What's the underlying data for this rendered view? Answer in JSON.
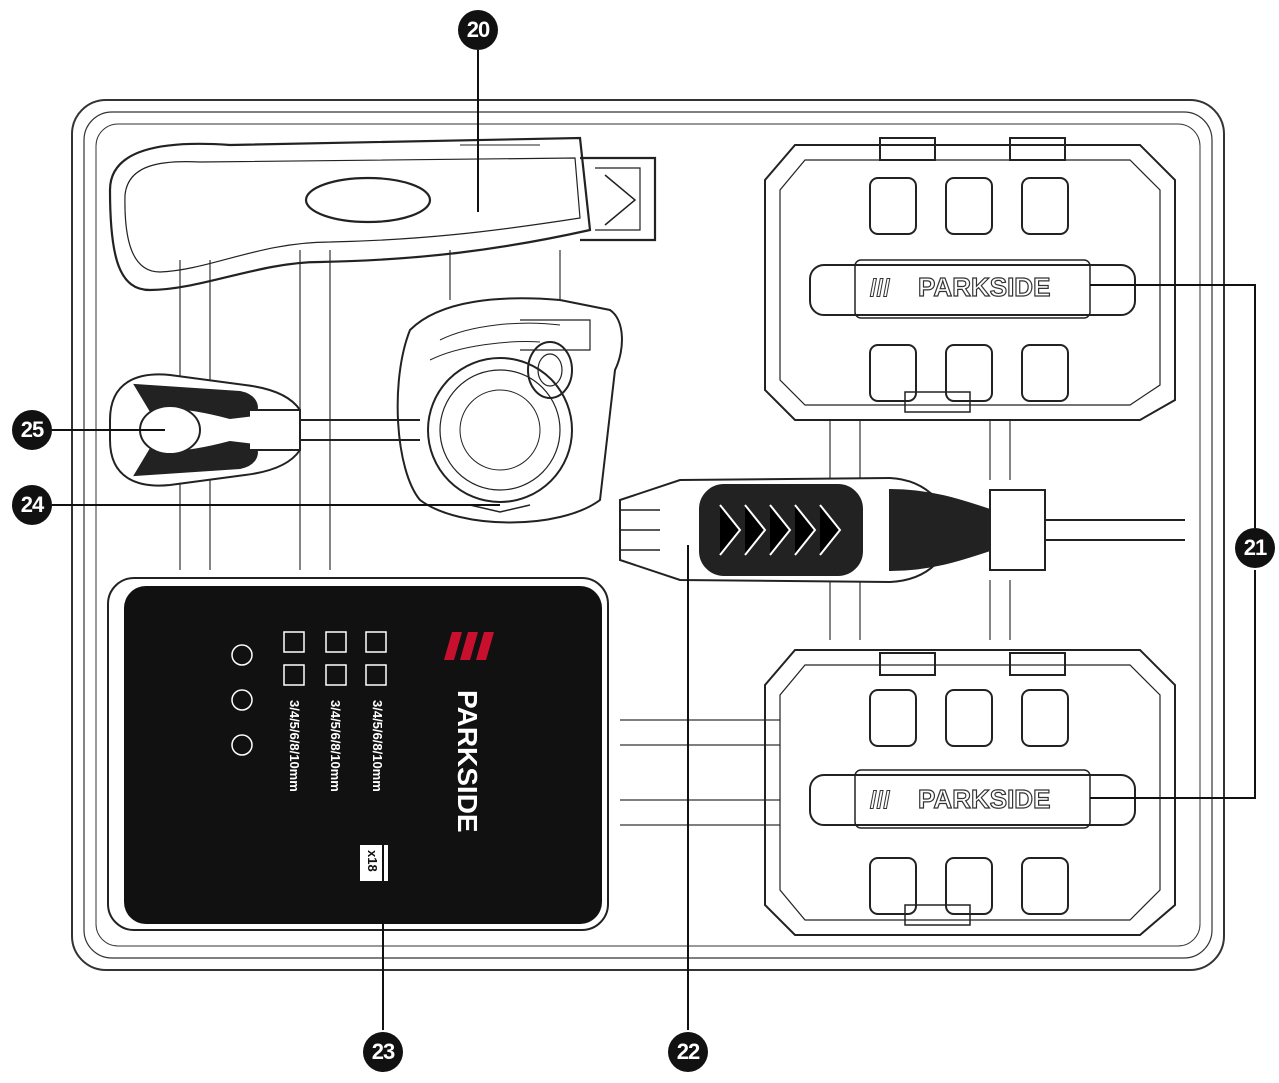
{
  "callouts": {
    "c20": "20",
    "c21": "21",
    "c22": "22",
    "c23": "23",
    "c24": "24",
    "c25": "25"
  },
  "bit_box": {
    "brand": "PARKSIDE",
    "sizes": [
      "3/4/5/6/8/10mm",
      "3/4/5/6/8/10mm",
      "3/4/5/6/8/10mm"
    ],
    "count": "x18"
  },
  "socket_trays": {
    "brand_top": "PARKSIDE",
    "brand_bottom": "PARKSIDE"
  },
  "colors": {
    "line": "#222222",
    "fill_dark": "#111111",
    "background": "#ffffff"
  }
}
